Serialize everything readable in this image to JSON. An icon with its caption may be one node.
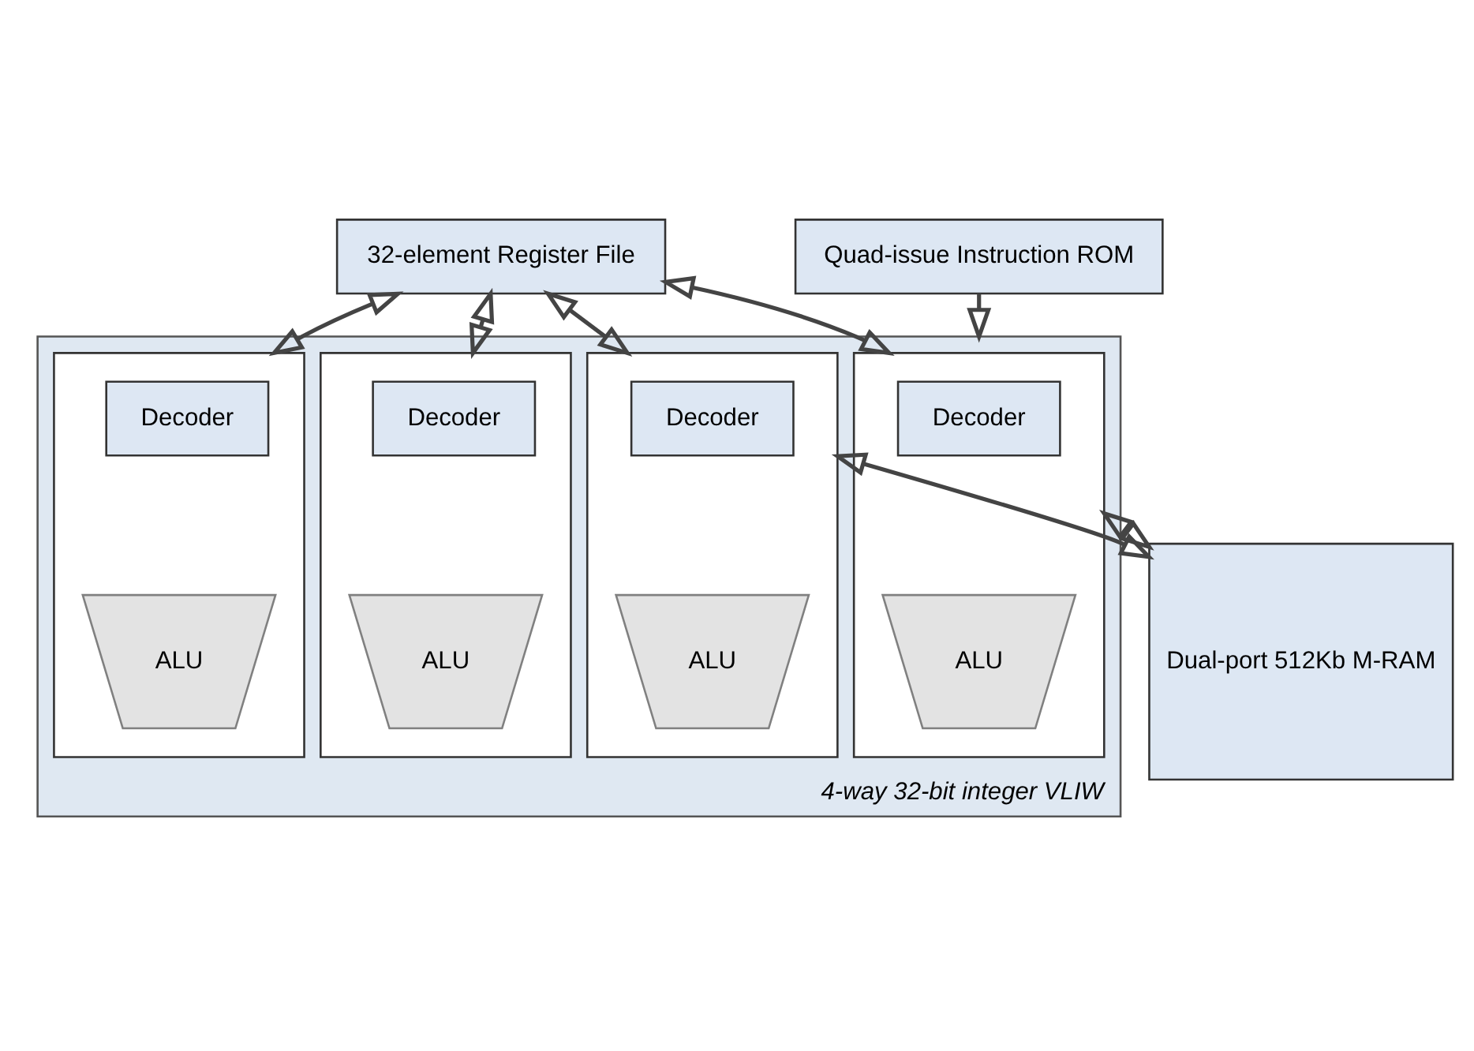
{
  "diagram": {
    "nodes": [
      {
        "text": [
          "Quad-issue Instruction ROM"
        ]
      },
      {
        "text": [
          "32-element Register File"
        ]
      },
      {
        "text": [
          "4-way 32-bit integer VLIW"
        ]
      },
      {
        "text": [],
        "shape": "box",
        "in": 2
      },
      {
        "text": [
          "Decoder"
        ],
        "in": 3
      },
      {
        "text": [
          "ALU"
        ],
        "in": 3
      },
      {
        "text": [],
        "shape": "box",
        "in": 2
      },
      {
        "text": [
          "Decoder"
        ],
        "in": 6
      },
      {
        "text": [
          "ALU"
        ],
        "in": 6
      },
      {
        "text": [],
        "shape": "box",
        "in": 2
      },
      {
        "text": [
          "Decoder"
        ],
        "in": 9
      },
      {
        "text": [
          "ALU"
        ],
        "in": 9
      },
      {
        "text": [],
        "shape": "box",
        "in": 2
      },
      {
        "text": [
          "Decoder"
        ],
        "in": 12
      },
      {
        "text": [
          "ALU"
        ],
        "in": 12
      },
      {
        "text": [
          "Dual-port 512Kb M-RAM"
        ]
      }
    ],
    "edges": [
      {
        "from": 0,
        "to": 2,
        "arrow": "to"
      },
      {
        "from": 1,
        "to": 3,
        "arrow": "both"
      },
      {
        "from": 1,
        "to": 6,
        "arrow": "both"
      },
      {
        "from": 1,
        "to": 9,
        "arrow": "both"
      },
      {
        "from": 1,
        "to": 12,
        "arrow": "both"
      },
      {
        "from": 3,
        "to": 15,
        "arrow": "both"
      },
      {
        "from": 6,
        "to": 15,
        "arrow": "both"
      }
    ]
  }
}
